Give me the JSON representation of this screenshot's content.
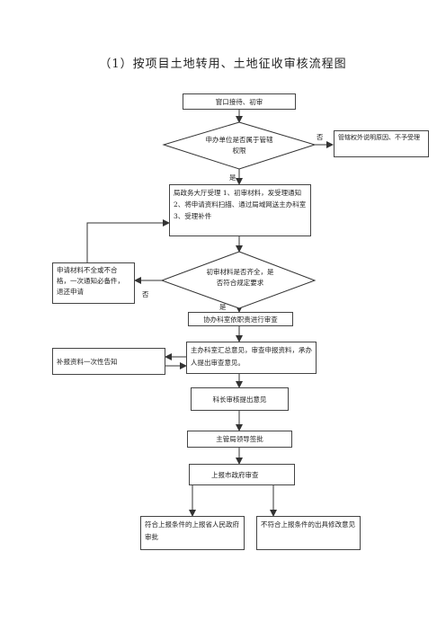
{
  "title": "（1）按项目土地转用、土地征收审核流程图",
  "steps": {
    "window": "窗口接待、初审",
    "decision1": "申办单位是否属于管辖权限",
    "reject1": "管辖权外说明原因、不予受理",
    "accept": "局政务大厅受理 1、初审材料，发受理通知 2、将申请资料扫描、通过局域网送主办科室 3、受理补件",
    "decision2": "初审材料是否齐全，是否符合规定要求",
    "reject2": "申请材料不全或不合格，一次通知必备件，退还申请",
    "assist": "协办科室依职责进行审查",
    "main_office": "主办科室汇总意见，审查申报资料，承办人提出审查意见。",
    "supplement": "补报资料一次性告知",
    "section_chief": "科长审核提出意见",
    "leader": "主管局领导签批",
    "city_gov": "上报市政府审查",
    "approve": "符合上报条件的上报省人民政府审批",
    "reject3": "不符合上报条件的出具修改意见"
  },
  "labels": {
    "no1": "否",
    "yes1": "是",
    "no2": "否",
    "yes2": "是"
  }
}
